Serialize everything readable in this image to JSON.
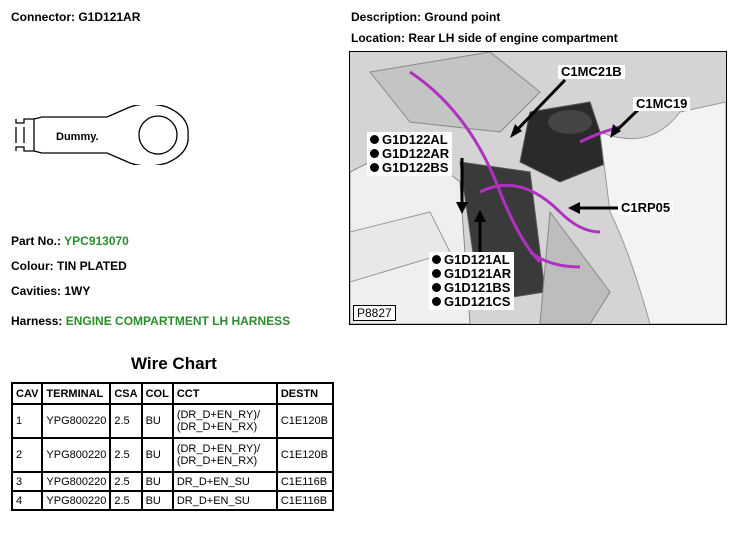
{
  "connector": {
    "label": "Connector:",
    "value": "G1D121AR"
  },
  "description": {
    "label": "Description:",
    "value": "Ground point"
  },
  "location": {
    "label": "Location:",
    "value": "Rear LH side of engine compartment"
  },
  "terminal_drawing": {
    "text": "Dummy."
  },
  "part_no": {
    "label": "Part No.:",
    "value": "YPC913070"
  },
  "colour": {
    "label": "Colour:",
    "value": "TIN PLATED"
  },
  "cavities": {
    "label": "Cavities:",
    "value": "1WY"
  },
  "harness": {
    "label": "Harness:",
    "value": "ENGINE COMPARTMENT LH HARNESS"
  },
  "wire_chart": {
    "title": "Wire Chart",
    "headers": [
      "CAV",
      "TERMINAL",
      "CSA",
      "COL",
      "CCT",
      "DESTN"
    ],
    "rows": [
      [
        "1",
        "YPG800220",
        "2.5",
        "BU",
        "(DR_D+EN_RY)/",
        "(DR_D+EN_RX)",
        "C1E120B"
      ],
      [
        "2",
        "YPG800220",
        "2.5",
        "BU",
        "(DR_D+EN_RY)/",
        "(DR_D+EN_RX)",
        "C1E120B"
      ],
      [
        "3",
        "YPG800220",
        "2.5",
        "BU",
        "DR_D+EN_SU",
        "",
        "C1E116B"
      ],
      [
        "4",
        "YPG800220",
        "2.5",
        "BU",
        "DR_D+EN_SU",
        "",
        "C1E116B"
      ]
    ]
  },
  "photo": {
    "labels": {
      "c1mc21b": "C1MC21B",
      "c1mc19": "C1MC19",
      "c1rp05": "C1RP05",
      "g1d122al": "G1D122AL",
      "g1d122ar": "G1D122AR",
      "g1d122bs": "G1D122BS",
      "g1d121al": "G1D121AL",
      "g1d121ar": "G1D121AR",
      "g1d121bs": "G1D121BS",
      "g1d121cs": "G1D121CS"
    },
    "ref": "P8827"
  },
  "colors": {
    "harness_text": "#2e8b2e",
    "wiring": "#b030c0"
  }
}
